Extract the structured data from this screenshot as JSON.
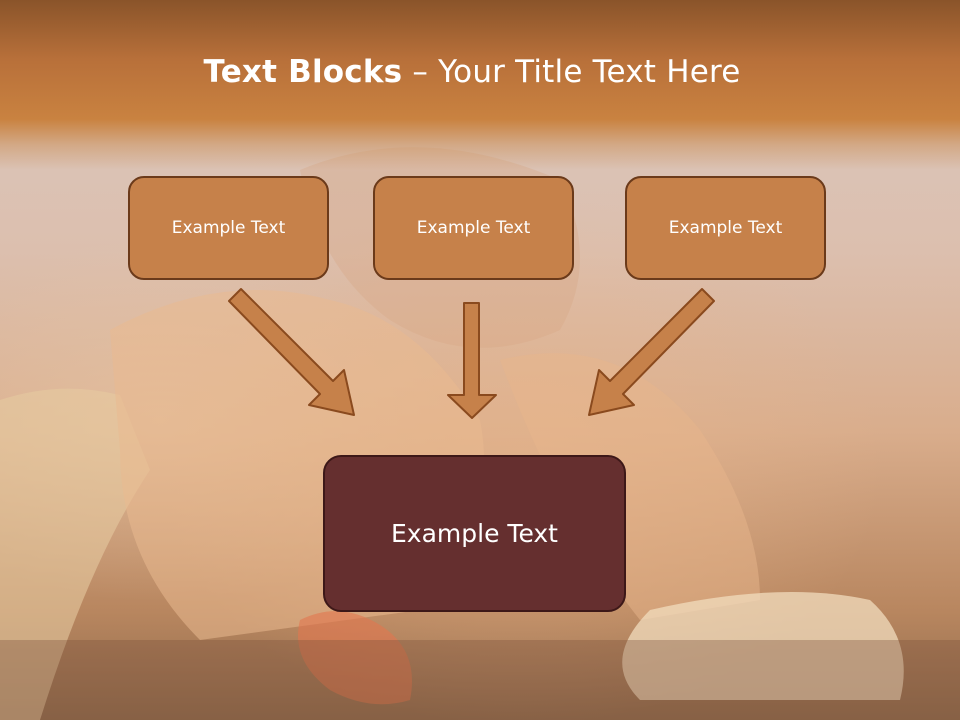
{
  "title": {
    "bold": "Text Blocks",
    "separator": " – ",
    "rest": "Your Title Text Here"
  },
  "blocks": [
    {
      "label": "Example Text"
    },
    {
      "label": "Example Text"
    },
    {
      "label": "Example Text"
    }
  ],
  "main_block": {
    "label": "Example Text"
  },
  "colors": {
    "header": "#c98240",
    "box_fill": "#c6814a",
    "box_border": "#6b3a1a",
    "main_fill": "#652f2f",
    "arrow_fill": "#c6814a",
    "arrow_stroke": "#8a4a1e"
  }
}
